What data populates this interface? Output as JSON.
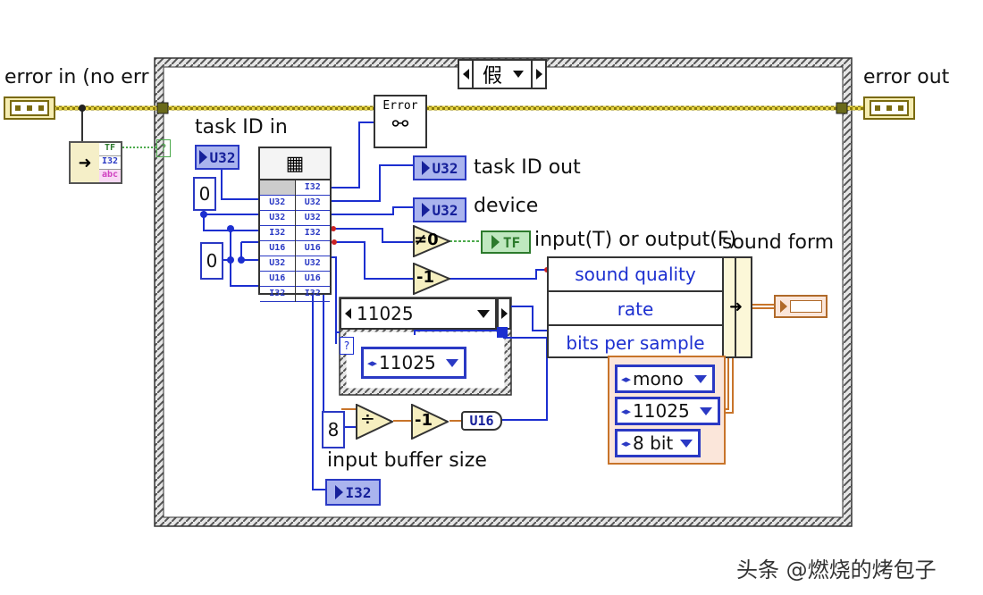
{
  "structure": {
    "case_selector_value": "假"
  },
  "terminals": {
    "error_in": "error in (no err",
    "error_out": "error out",
    "task_id_in": "task ID in",
    "task_id_out": "task ID out",
    "device": "device",
    "input_or_output": "input(T) or output(F)",
    "sound_format": "sound form",
    "input_buffer_size": "input buffer size"
  },
  "indicators": {
    "u32": "U32",
    "i32": "I32",
    "u16": "U16",
    "tf": "TF",
    "cluster_tag": "⌐⊙⌐⊙"
  },
  "constants": {
    "task_id_default": "0",
    "device_default": "0",
    "bits_divisor": "8",
    "neq_zero": "≠0",
    "minus_one": "-1",
    "minus_one_b": "-1",
    "divide": "÷",
    "error_label": "Error",
    "unknown": "?"
  },
  "nested_case": {
    "selector_value": "11025",
    "inner_value": "11025"
  },
  "sound_bundle": {
    "fields": [
      "sound quality",
      "rate",
      "bits per sample"
    ]
  },
  "sound_constant": {
    "items": [
      "mono",
      "11025",
      "8 bit"
    ]
  },
  "cn_node_rows": [
    "I32",
    "U32",
    "U32",
    "I32",
    "U16",
    "U32",
    "U16",
    "I32"
  ],
  "cn_node_rows_left": [
    "",
    "U32",
    "U32",
    "I32",
    "U16",
    "U32",
    "U16",
    "I32"
  ],
  "type_glyphs": [
    "TF",
    "I32",
    "abc"
  ],
  "watermark": "头条 @燃烧的烤包子"
}
